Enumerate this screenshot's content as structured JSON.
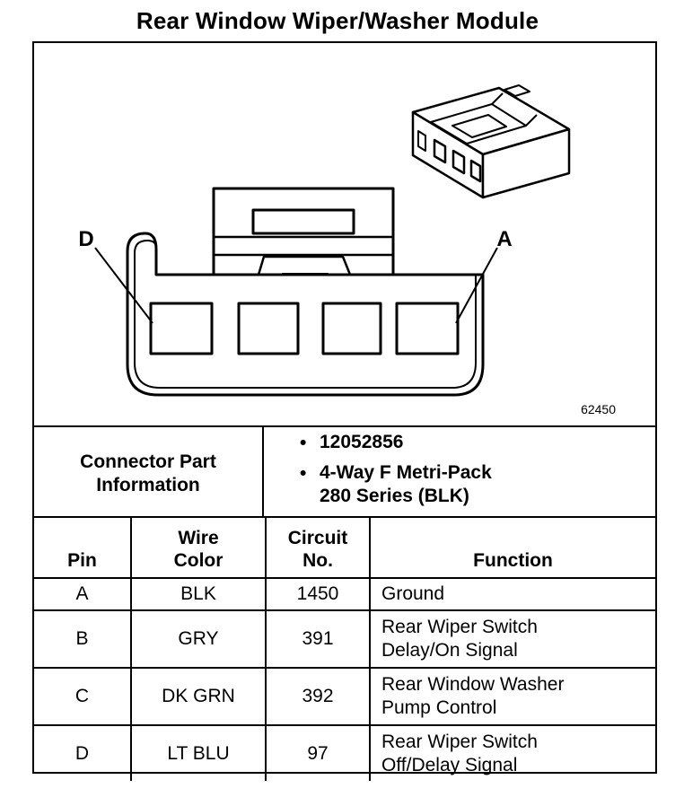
{
  "title": "Rear Window Wiper/Washer Module",
  "figure_number": "62450",
  "connector": {
    "pin_labels": {
      "left": "D",
      "right": "A"
    }
  },
  "part_info": {
    "label_line1": "Connector Part",
    "label_line2": "Information",
    "part_number": "12052856",
    "description_line1": "4-Way F Metri-Pack",
    "description_line2": "280 Series (BLK)",
    "bullet": "•"
  },
  "table": {
    "headers": {
      "pin": "Pin",
      "wire_color_line1": "Wire",
      "wire_color_line2": "Color",
      "circuit_line1": "Circuit",
      "circuit_line2": "No.",
      "function": "Function"
    },
    "rows": [
      {
        "pin": "A",
        "color": "BLK",
        "circuit": "1450",
        "function_line1": "Ground",
        "function_line2": ""
      },
      {
        "pin": "B",
        "color": "GRY",
        "circuit": "391",
        "function_line1": "Rear Wiper Switch",
        "function_line2": "Delay/On Signal"
      },
      {
        "pin": "C",
        "color": "DK GRN",
        "circuit": "392",
        "function_line1": "Rear Window Washer",
        "function_line2": "Pump Control"
      },
      {
        "pin": "D",
        "color": "LT BLU",
        "circuit": "97",
        "function_line1": "Rear Wiper Switch",
        "function_line2": "Off/Delay Signal"
      }
    ]
  }
}
